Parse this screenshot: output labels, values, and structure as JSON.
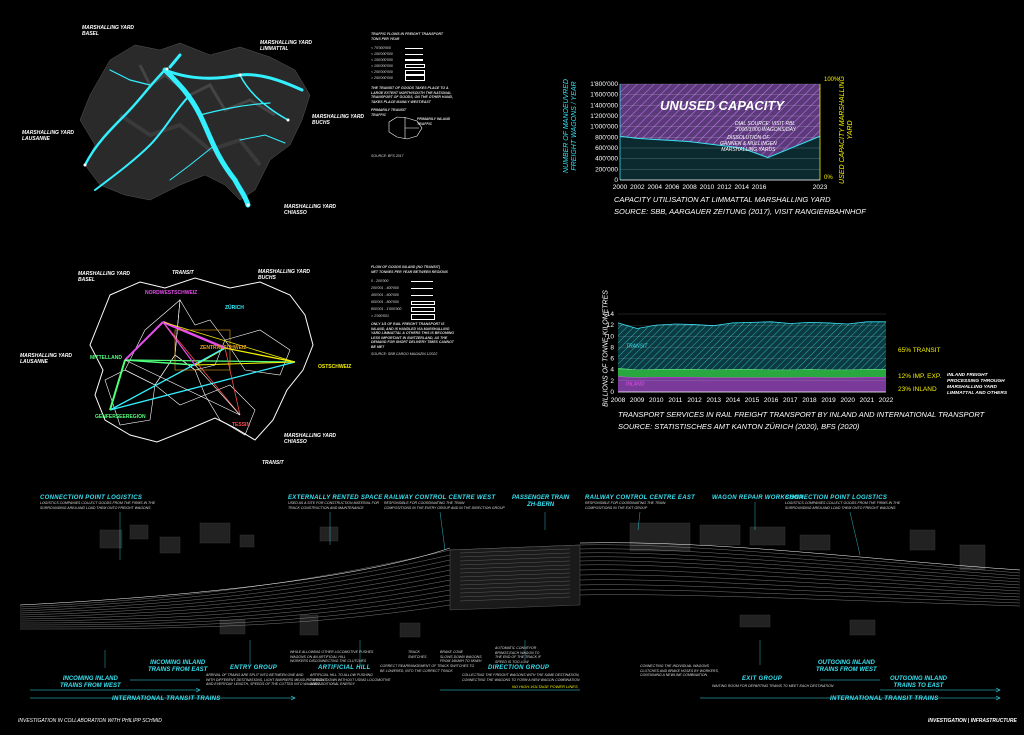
{
  "map1": {
    "labels": {
      "basel": "MARSHALLING YARD\nBASEL",
      "limmattal": "MARSHALLING YARD\nLIMMATTAL",
      "buchs": "MARSHALLING YARD\nBUCHS",
      "lausanne": "MARSHALLING YARD\nLAUSANNE",
      "chiasso": "MARSHALLING YARD\nCHIASSO"
    },
    "legend_title": "TRAFFIC FLOWS IN FREIGHT TRANSPORT\nTONS PER YEAR",
    "legend_items": [
      "< 75'000'000",
      "< 150'000'000",
      "< 150'000'000",
      "< 150'000'000",
      "< 250'000'000",
      "> 250'000'000"
    ],
    "note": "THE TRANSIT OF GOODS TAKES PLACE TO A\nLARGE EXTENT NORTH/SOUTH THE NATIONAL\nTRANSPORT OF GOODS, ON THE OTHER HAND,\nTAKES PLACE MAINLY WEST/EAST",
    "inset_title": "PRIMARILY TRANSIT\nTRAFFIC",
    "inset_title2": "PRIMARILY INLAND\nTRAFFIC",
    "source": "SOURCE: BFS 2017"
  },
  "map2": {
    "labels": {
      "basel": "MARSHALLING YARD\nBASEL",
      "buchs": "MARSHALLING YARD\nBUCHS",
      "lausanne": "MARSHALLING YARD\nLAUSANNE",
      "chiasso": "MARSHALLING YARD\nCHIASSO",
      "transit_top": "TRANSIT",
      "transit_bottom": "TRANSIT"
    },
    "regions": {
      "nordwest": "NORDWESTSCHWEIZ",
      "zuerich": "ZÜRICH",
      "mittelland": "MITTELLAND",
      "zentral": "ZENTRALSCHWEIZ",
      "ost": "OSTSCHWEIZ",
      "genfersee": "GENFERSEEREGION",
      "tessin": "TESSIN"
    },
    "legend_title": "FLOW OF GOODS INLAND (NO TRANSIT)\nNET TONNES PER YEAR     BETWEEN REGIONS",
    "legend_items": [
      "0 - 200'000",
      "200'001 - 400'000",
      "400'001 - 600'000",
      "600'001 - 800'000",
      "800'001 - 1'000'000",
      "> 1'000'001"
    ],
    "note": "ONLY 1/3 OF RAIL FREIGHT TRANSPORT IS\nINLAND, AND IS HANDLED VIA MARSHALLING\nYARD LIMMATTAL & OTHERS THIS IS BECOMING\nLESS IMPORTANT IN SWITZERLAND, AS THE\nDEMAND FOR SHORT DELIVERY TIMES CANNOT\nBE MET",
    "source": "SOURCE: SBB CARGO MAGAZIN 1/2022"
  },
  "chart1": {
    "unused": "UNUSED CAPACITY",
    "annotation": "DIAL SOURCE: VISIT RBL\n2'000/3'000 WAGONS/DAY",
    "annotation2": "DISSOLUTION OF\nGANNEN & MÜLLINGEN\nMARSHALLING YARDS",
    "ylabel": "NUMBER OF MANOEUVRED\nFREIGHT WAGONS / YEAR",
    "y2label": "USED CAPACITY MARSHALLING\nYARD",
    "y2_top": "100%",
    "y2_bottom": "0%",
    "caption1": "CAPACITY UTILISATION AT LIMMATTAL MARSHALLING YARD",
    "caption2": "SOURCE: SBB, AARGAUER ZEITUNG (2017), VISIT RANGIERBAHNHOF"
  },
  "chart2": {
    "ylabel": "BILLIONS OF TONNE-KILOMETRES",
    "pct_transit": "65% TRANSIT",
    "pct_impexp": "12% IMP. EXP.",
    "pct_inland": "23% INLAND",
    "series_transit": "TRANSIT",
    "series_inland": "INLAND",
    "side_note": "INLAND FREIGHT\nPROCESSING THROUGH\nMARSHALLING YARD\nLIMMATTAL AND OTHERS",
    "caption1": "TRANSPORT SERVICES IN RAIL FREIGHT TRANSPORT BY INLAND AND INTERNATIONAL TRANSPORT",
    "caption2": "SOURCE: STATISTISCHES AMT KANTON ZÜRICH (2020), BFS (2020)"
  },
  "chart_data": [
    {
      "type": "area",
      "title": "CAPACITY UTILISATION AT LIMMATTAL MARSHALLING YARD",
      "x": [
        2000,
        2002,
        2004,
        2006,
        2008,
        2010,
        2012,
        2014,
        2016,
        2023
      ],
      "yticks": [
        "1'800'000",
        "1'600'000",
        "1'400'000",
        "1'200'000",
        "1'000'000",
        "800'000",
        "600'000",
        "400'000",
        "200'000",
        "0"
      ],
      "ylim": [
        0,
        1800000
      ],
      "series": [
        {
          "name": "",
          "points": [
            [
              2000,
              820000
            ],
            [
              2002,
              780000
            ],
            [
              2004,
              760000
            ],
            [
              2006,
              740000
            ],
            [
              2008,
              720000
            ],
            [
              2010,
              680000
            ],
            [
              2012,
              640000
            ],
            [
              2014,
              600000
            ],
            [
              2016,
              480000
            ],
            [
              2017,
              420000
            ],
            [
              2023,
              820000
            ]
          ]
        }
      ],
      "capacity": 1800000
    },
    {
      "type": "area",
      "title": "TRANSPORT SERVICES IN RAIL FREIGHT TRANSPORT BY INLAND AND INTERNATIONAL TRANSPORT",
      "x": [
        2008,
        2009,
        2010,
        2011,
        2012,
        2013,
        2014,
        2015,
        2016,
        2017,
        2018,
        2019,
        2020,
        2021,
        2022
      ],
      "ylim": [
        0,
        14
      ],
      "yticks": [
        0,
        2,
        4,
        6,
        8,
        10,
        12,
        14
      ],
      "series": [
        {
          "name": "INLAND",
          "values": [
            2.8,
            2.6,
            2.7,
            2.7,
            2.7,
            2.6,
            2.6,
            2.6,
            2.6,
            2.6,
            2.7,
            2.6,
            2.6,
            2.7,
            2.7
          ]
        },
        {
          "name": "IMP. EXP.",
          "values": [
            4.3,
            4.0,
            4.1,
            4.1,
            4.1,
            4.0,
            4.1,
            4.1,
            4.0,
            4.0,
            4.1,
            4.0,
            4.0,
            4.1,
            4.1
          ]
        },
        {
          "name": "TRANSIT",
          "values": [
            12.4,
            11.4,
            12.0,
            12.2,
            12.1,
            11.9,
            12.4,
            12.5,
            12.6,
            12.3,
            12.5,
            12.4,
            12.2,
            12.6,
            12.6
          ]
        }
      ]
    }
  ],
  "yard": {
    "top_labels": [
      {
        "title": "CONNECTION POINT LOGISTICS",
        "text": "LOGISTICS COMPANIES COLLECT GOODS FROM THE FIRMS IN THE\nSURROUNDING AREA AND LOAD THEM ONTO FREIGHT WAGONS"
      },
      {
        "title": "EXTERNALLY RENTED SPACE",
        "text": "USED AS A SITE FOR CONSTRUCTION MATERIAL FOR\nTRACK CONSTRUCTION AND MAINTENANCE"
      },
      {
        "title": "RAILWAY CONTROL CENTRE WEST",
        "text": "RESPONSIBLE FOR COORDINATING THE TRAIN\nCOMPOSITIONS IN THE ENTRY GROUP AND IN THE DIRECTION GROUP"
      },
      {
        "title": "PASSENGER TRAIN\nZH-BERN",
        "text": ""
      },
      {
        "title": "RAILWAY CONTROL CENTRE EAST",
        "text": "RESPONSIBLE FOR COORDINATING THE TRAIN\nCOMPOSITIONS IN THE EXIT GROUP"
      },
      {
        "title": "WAGON REPAIR WORKSHOP",
        "text": ""
      },
      {
        "title": "CONNECTION POINT LOGISTICS",
        "text": "LOGISTICS COMPANIES COLLECT GOODS FROM THE FIRMS IN THE\nSURROUNDING AREA AND LOAD THEM ONTO FREIGHT WAGONS"
      }
    ],
    "bottom_labels": {
      "incoming_west": "INCOMING INLAND\nTRAINS FROM WEST",
      "incoming_east": "INCOMING INLAND\nTRAINS FROM EAST",
      "entry_group": "ENTRY GROUP",
      "entry_text": "ARRIVAL OF TRAINS ARE SPLIT INTO BETWEEN ONE AND\nWITH DIFFERENT DESTINATIONS, LIGHT BARRIERS MEASURE WEIGHT\nAND EVERYDAY LENGTH, SPEEDS OF THE CUTTED INTO WAGONS",
      "artificial_hill": "ARTIFICIAL HILL",
      "hill_text": "ARTIFICIAL HILL TO ALLOW PUSHING\nTO ROLL DOWN WITHOUT USING LOCOMOTIVE\nAND ADDITIONAL ENERGY",
      "hill_top": "WHILE ALLOWING OTHER LOCOMOTIVE PUSHES\nWAGONS ON AN ARTIFICIAL HILL\nWORKERS DISCONNECTING THE CLUTCHES",
      "direction_group": "DIRECTION GROUP",
      "direction_text": "COLLECTING THE FREIGHT WAGONS WITH THE SAME DESTINATION,\nCONNECTING THE WAGONS TO FORM A NEW WAGON COMBINATION",
      "power_lines": "NO HIGH-VOLTAGE POWER LINES",
      "exit_group": "EXIT GROUP",
      "exit_text": "WAITING ROOM FOR DEPARTING TRAINS TO MEET EACH DESTINATION",
      "outgoing_west": "OUTGOING INLAND\nTRAINS FROM WEST",
      "outgoing_east": "OUTGOING INLAND\nTRAINS TO EAST",
      "transit_left": "INTERNATIONAL TRANSIT TRAINS",
      "transit_right": "INTERNATIONAL TRANSIT TRAINS",
      "track_switches": "TRACK\nSWITCHES",
      "brake": "BRAKE CONE\nSLOWS DOWN WAGONS\nFROM 16KM/H TO 5KM/H",
      "automatic": "AUTOMATIC CONVEYOR\nBRINGS EACH WAGON TO\nTHE END OF THE TRACK IF\nSPEED IS TOO LOW",
      "correct_track": "CORRECT REARRANGEMENT OF TRACK SWITCHES TO\nBE LOWERED, INTO THE CORRECT TRACK",
      "connecting": "CONNECTING THE INDIVIDUAL WAGONS\nCLUTCHES AND BRAKE HOSES BY WORKERS,\nCONTAINING A NEWLINE COMBINATION"
    }
  },
  "footer": {
    "left": "INVESTIGATION IN COLLABORATION WITH PHILIPP SCHMID",
    "right": "INVESTIGATION | INFRASTRUCTURE"
  }
}
